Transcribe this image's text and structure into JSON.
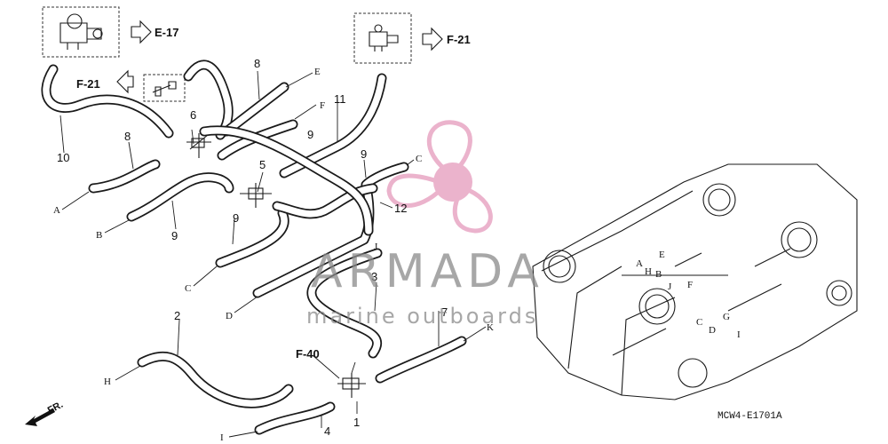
{
  "watermark": {
    "brand": "ARMADA",
    "tagline": "marine outboards",
    "propeller_color": "#e8a6c4"
  },
  "diagram_code": "MCW4-E1701A",
  "direction_label": "FR.",
  "refs": {
    "e17": "E-17",
    "f21_top": "F-21",
    "f21_left": "F-21",
    "f40": "F-40"
  },
  "part_numbers": {
    "p1": "1",
    "p2": "2",
    "p3": "3",
    "p4": "4",
    "p5": "5",
    "p6": "6",
    "p7": "7",
    "p8_top": "8",
    "p8_mid": "8",
    "p9_a": "9",
    "p9_b": "9",
    "p9_c": "9",
    "p9_d": "9",
    "p10": "10",
    "p11": "11",
    "p12": "12"
  },
  "letters": {
    "A": "A",
    "B": "B",
    "C": "C",
    "D": "D",
    "E": "E",
    "F": "F",
    "G": "G",
    "H": "H",
    "I": "I",
    "J": "J",
    "K": "K"
  },
  "engine_letters": {
    "a": "A",
    "h": "H",
    "b": "B",
    "e": "E",
    "j": "J",
    "f": "F",
    "c": "C",
    "d": "D",
    "g": "G",
    "i": "I"
  }
}
